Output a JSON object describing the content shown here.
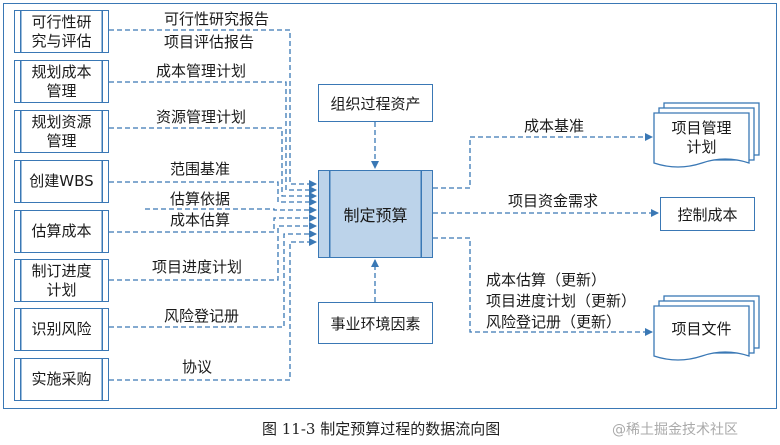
{
  "inputs": [
    {
      "id": "feasibility",
      "box": "可行性研究与评估",
      "box_lines": [
        "可行性研",
        "究与评估"
      ],
      "outputs": [
        "可行性研究报告",
        "项目评估报告"
      ]
    },
    {
      "id": "plan-cost",
      "box": "规划成本管理",
      "box_lines": [
        "规划成本",
        "管理"
      ],
      "outputs": [
        "成本管理计划"
      ]
    },
    {
      "id": "plan-resource",
      "box": "规划资源管理",
      "box_lines": [
        "规划资源",
        "管理"
      ],
      "outputs": [
        "资源管理计划"
      ]
    },
    {
      "id": "create-wbs",
      "box": "创建WBS",
      "box_lines": [
        "创建WBS"
      ],
      "outputs": [
        "范围基准"
      ]
    },
    {
      "id": "estimate-cost",
      "box": "估算成本",
      "box_lines": [
        "估算成本"
      ],
      "outputs": [
        "估算依据",
        "成本估算"
      ]
    },
    {
      "id": "schedule",
      "box": "制订进度计划",
      "box_lines": [
        "制订进度",
        "计划"
      ],
      "outputs": [
        "项目进度计划"
      ]
    },
    {
      "id": "risk",
      "box": "识别风险",
      "box_lines": [
        "识别风险"
      ],
      "outputs": [
        "风险登记册"
      ]
    },
    {
      "id": "procure",
      "box": "实施采购",
      "box_lines": [
        "实施采购"
      ],
      "outputs": [
        "协议"
      ]
    }
  ],
  "top_source": "组织过程资产",
  "bottom_source": "事业环境因素",
  "process": "制定预算",
  "outputs": [
    {
      "id": "pm-plan",
      "target": "项目管理计划",
      "target_lines": [
        "项目管理",
        "计划"
      ],
      "labels": [
        "成本基准"
      ]
    },
    {
      "id": "control-cost",
      "target": "控制成本",
      "target_lines": [
        "控制成本"
      ],
      "labels": [
        "项目资金需求"
      ]
    },
    {
      "id": "project-docs",
      "target": "项目文件",
      "target_lines": [
        "项目文件"
      ],
      "labels": [
        "成本估算（更新）",
        "项目进度计划（更新）",
        "风险登记册（更新）"
      ]
    }
  ],
  "caption": "图 11-3    制定预算过程的数据流向图",
  "watermark": "@稀土掘金技术社区",
  "colors": {
    "line": "#3a78b5",
    "process_fill": "#bcd3ea"
  }
}
